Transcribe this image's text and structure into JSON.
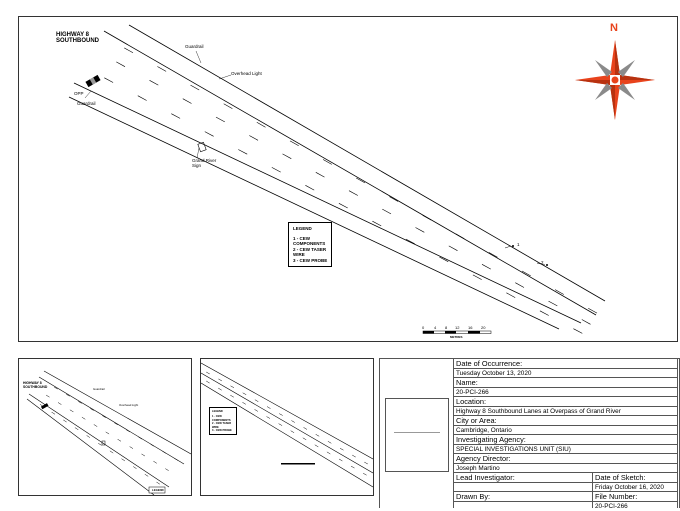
{
  "main": {
    "title_line1": "HIGHWAY 8",
    "title_line2": "SOUTHBOUND",
    "guardrail_top": "Guardrail",
    "guardrail_left": "Guardrail",
    "overhead_light": "Overhead Light",
    "opp": "OPP",
    "sign_line1": "Grand River",
    "sign_line2": "Sign",
    "marker_1": "1",
    "marker_2": "2",
    "north": "N",
    "legend": {
      "title": "LEGEND",
      "items": [
        "1 - CEW",
        "COMPONENTS",
        "2 - CEW TASER",
        "WIRE",
        "3 - CEW PROBE"
      ]
    },
    "scale": {
      "ticks": [
        "0",
        "4",
        "8",
        "12",
        "16",
        "20"
      ],
      "unit": "METRES"
    }
  },
  "thumb1": {
    "title_line1": "HIGHWAY 8",
    "title_line2": "SOUTHBOUND",
    "guardrail": "Guardrail",
    "overhead_light": "Overhead Light",
    "legend_tab": "LEGEND"
  },
  "thumb2": {
    "legend_lines": [
      "LEGEND",
      "1 - CEW",
      "COMPONENTS",
      "2 - CEW TASER",
      "WIRE",
      "3 - CEW PROBE"
    ]
  },
  "info": {
    "date_label": "Date of Occurrence:",
    "date_value": "Tuesday October 13, 2020",
    "name_label": "Name:",
    "name_value": "20-PCI-266",
    "location_label": "Location:",
    "location_value": "Highway 8 Southbound Lanes at Overpass of Grand River",
    "city_label": "City or Area:",
    "city_value": "Cambridge, Ontario",
    "agency_label": "Investigating Agency:",
    "agency_value": "SPECIAL INVESTIGATIONS UNIT (SIU)",
    "director_label": "Agency Director:",
    "director_value": "Joseph Martino",
    "lead_label": "Lead Investigator:",
    "sketch_date_label": "Date of Sketch:",
    "sketch_date_value": "Friday October 16, 2020",
    "drawn_label": "Drawn By:",
    "file_label": "File Number:",
    "file_value": "20-PCI-266"
  },
  "colors": {
    "compass_red": "#e8431c",
    "compass_grey": "#8a8a8a"
  }
}
